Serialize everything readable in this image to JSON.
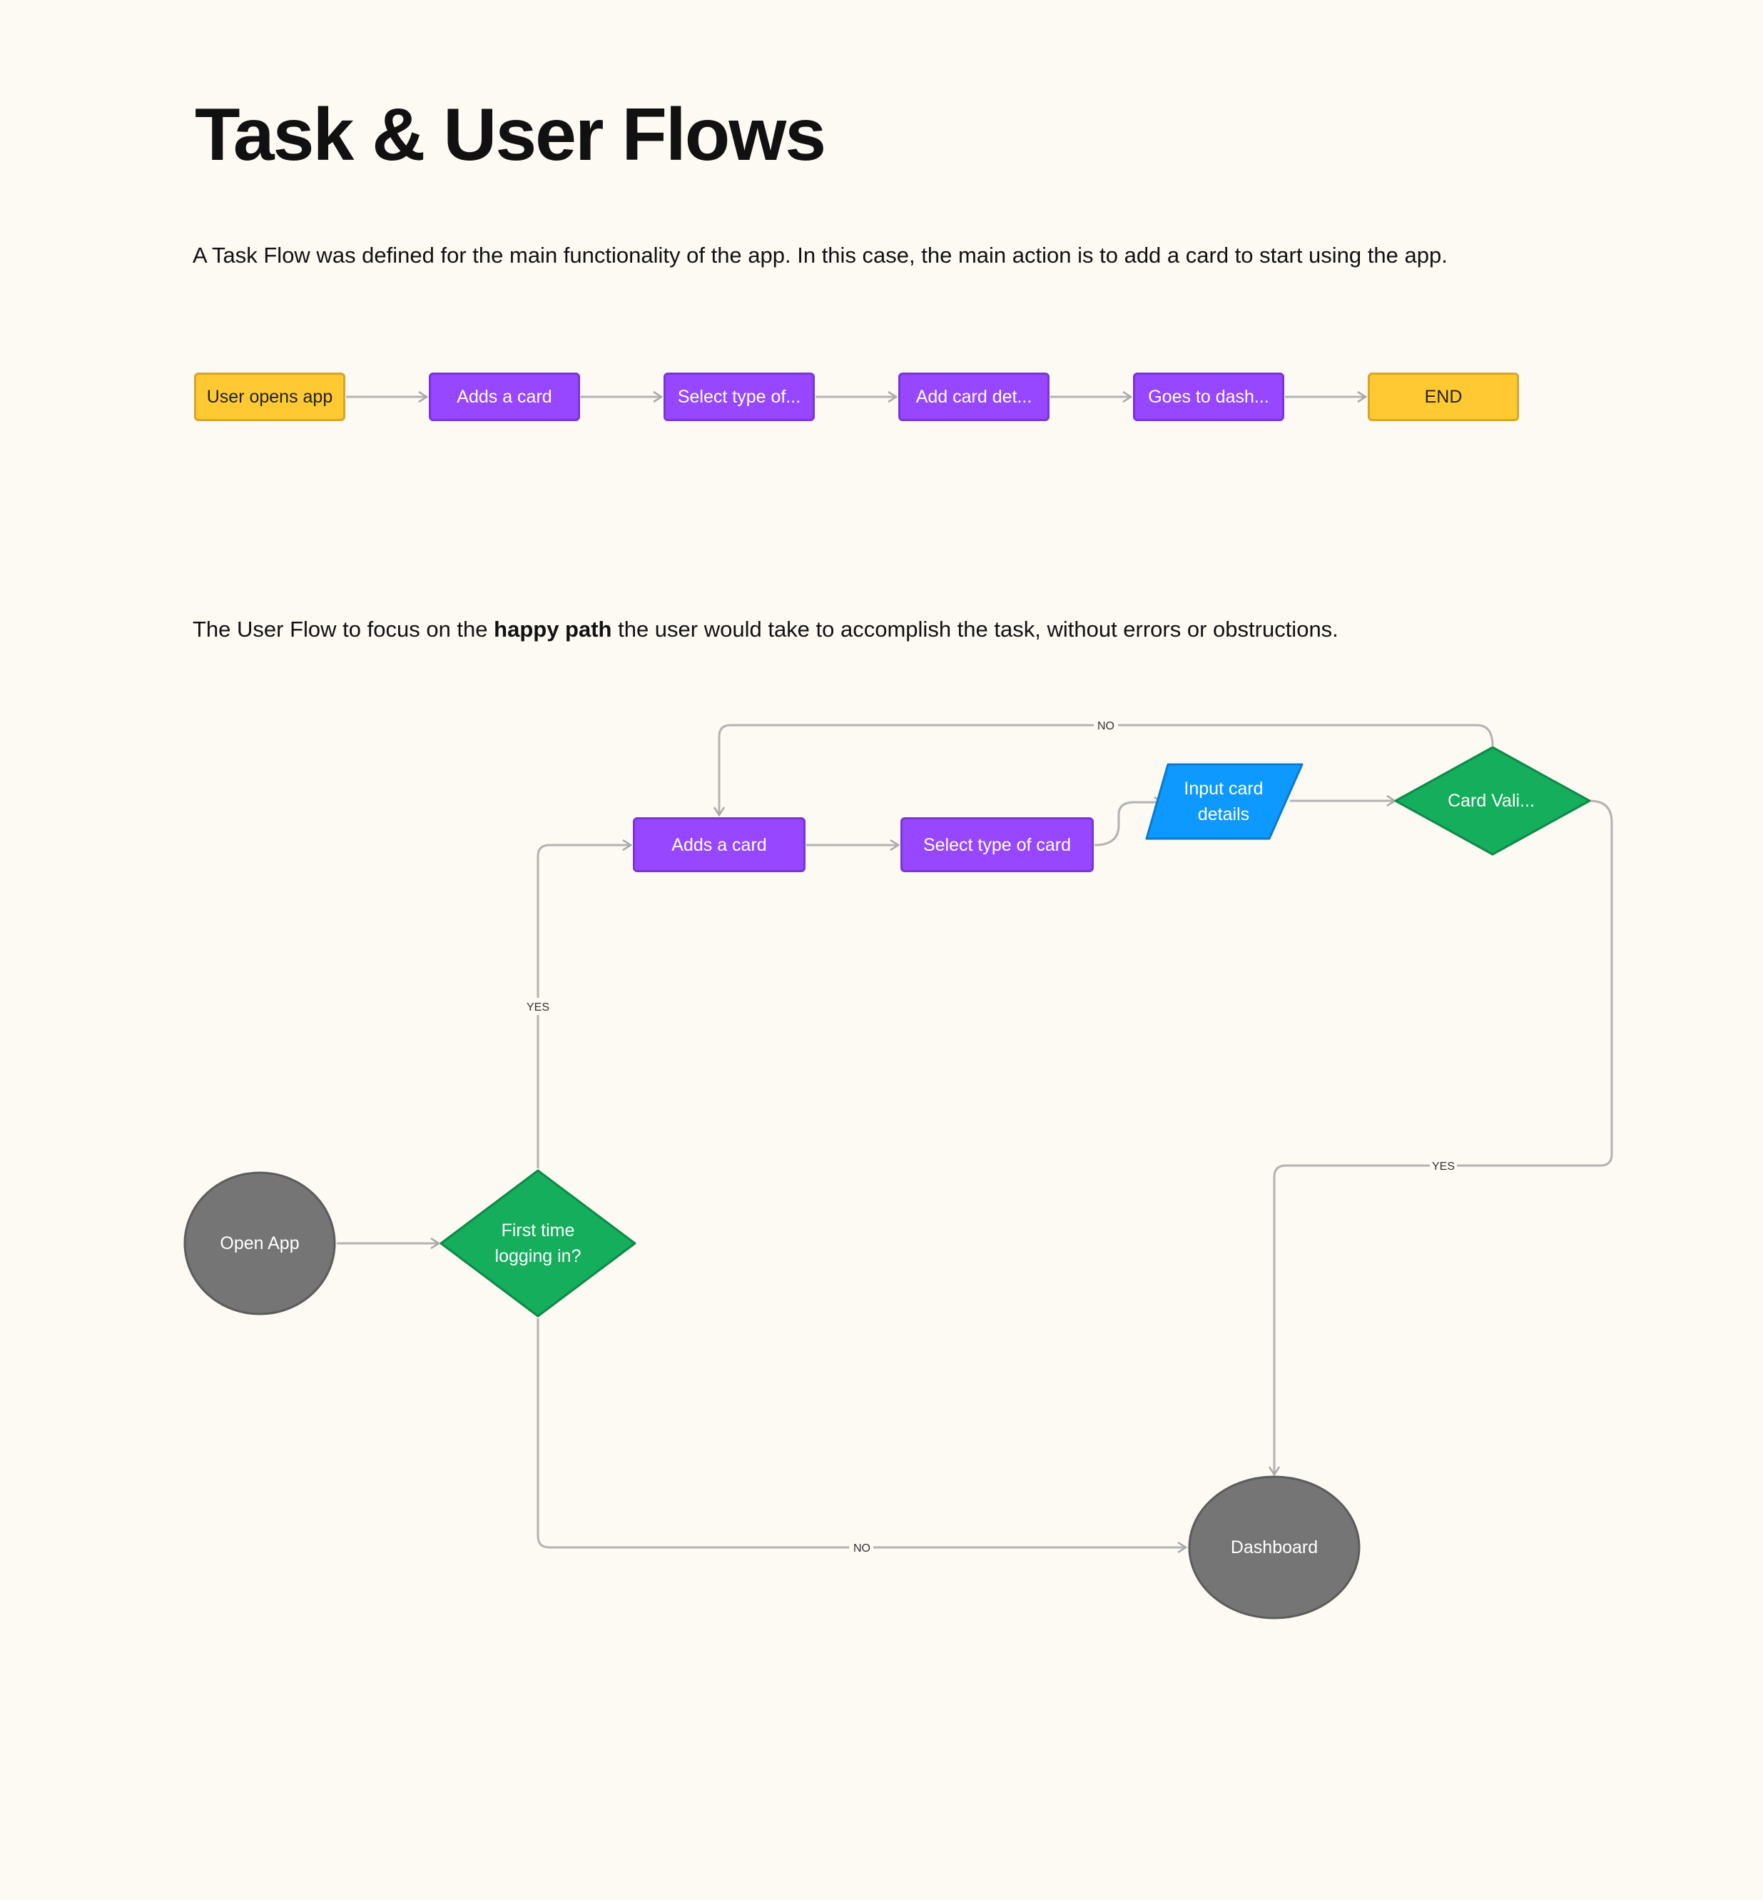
{
  "title": "Task & User Flows",
  "task_intro": "A Task Flow was defined for the main functionality of the app. In this case, the main action is to add a card to start using the app.",
  "user_intro": {
    "before": "The User Flow to focus on the ",
    "bold": "happy path",
    "after": " the user would take to accomplish the task, without errors or obstructions."
  },
  "task_flow": {
    "steps": [
      "User opens app",
      "Adds a card",
      "Select type of...",
      "Add card det...",
      "Goes to dash...",
      "END"
    ]
  },
  "user_flow": {
    "open_app": "Open App",
    "first_time": "First time\nlogging in?",
    "adds_card": "Adds a card",
    "select_type": "Select type of card",
    "input_details": "Input card\ndetails",
    "card_validation": "Card Vali...",
    "dashboard": "Dashboard",
    "labels": {
      "yes_first": "YES",
      "no_first": "NO",
      "no_validation": "NO",
      "yes_validation": "YES"
    }
  },
  "colors": {
    "background": "#fdf9f3",
    "yellow": "#ffc933",
    "purple": "#9747ff",
    "green": "#14ae5c",
    "blue": "#0d99ff",
    "gray": "#757575",
    "connector": "#b3b3b3"
  }
}
